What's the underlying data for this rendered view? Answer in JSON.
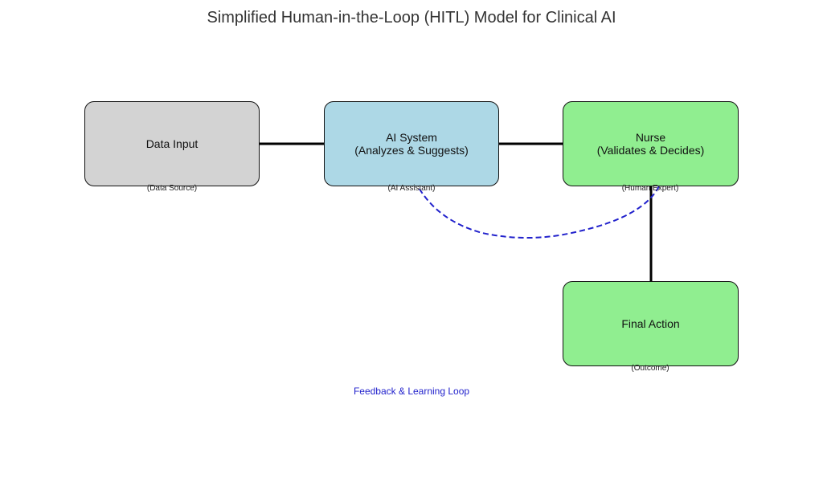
{
  "title": "Simplified Human-in-the-Loop (HITL) Model for Clinical AI",
  "nodes": {
    "data_input": {
      "label": "Data Input",
      "sublabel": "(Data Source)",
      "fill": "#d3d3d3"
    },
    "ai_system": {
      "label": "AI System\n(Analyzes & Suggests)",
      "sublabel": "(AI Assistant)",
      "fill": "#add8e6"
    },
    "nurse": {
      "label": "Nurse\n(Validates & Decides)",
      "sublabel": "(Human Expert)",
      "fill": "#90ee90"
    },
    "final_action": {
      "label": "Final Action",
      "sublabel": "(Outcome)",
      "fill": "#90ee90"
    }
  },
  "feedback": {
    "label": "Feedback & Learning Loop",
    "color": "#2222cc"
  }
}
